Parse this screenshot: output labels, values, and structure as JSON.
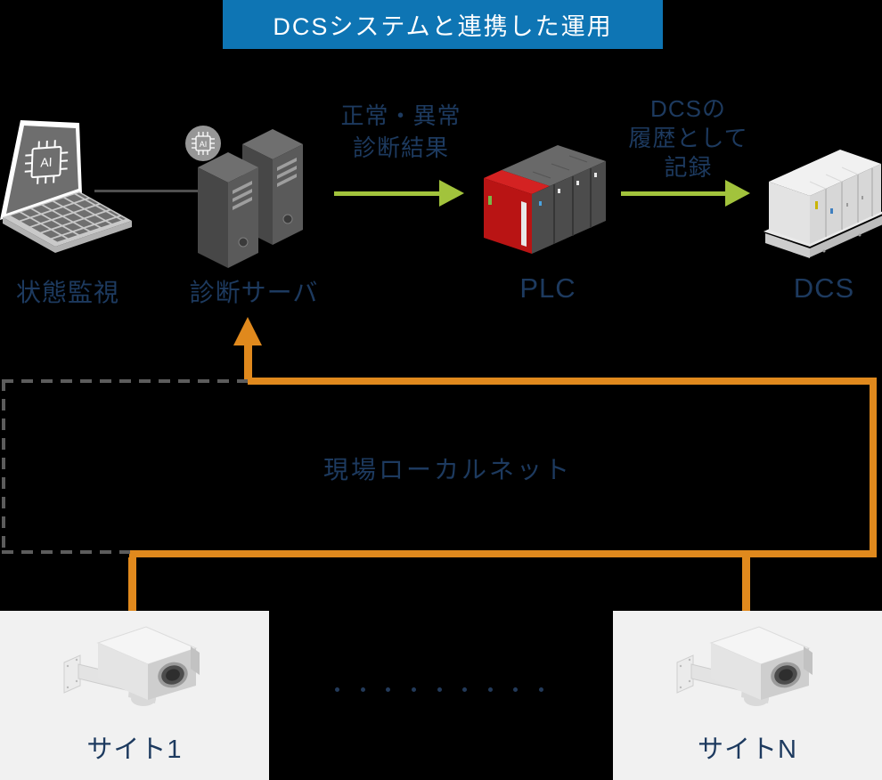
{
  "title": "DCSシステムと連携した運用",
  "flow": {
    "monitor_label": "状態監視",
    "server_label": "診断サーバ",
    "plc_label": "PLC",
    "dcs_label": "DCS",
    "arrow1_lines": [
      "正常・異常",
      "診断結果"
    ],
    "arrow2_lines": [
      "DCSの",
      "履歴として",
      "記録"
    ]
  },
  "network": {
    "label": "現場ローカルネット"
  },
  "sites": {
    "site1_label": "サイト1",
    "siteN_label": "サイトN",
    "ellipsis_dot_count": 9
  },
  "icons": {
    "ai_chip_text": "AI"
  },
  "colors": {
    "banner_blue": "#0e75b4",
    "label_navy": "#1d3a5f",
    "arrow_green": "#a2c33c",
    "network_orange": "#e0891d",
    "site_box_gray": "#f1f1f1",
    "plc_red": "#b91414"
  }
}
